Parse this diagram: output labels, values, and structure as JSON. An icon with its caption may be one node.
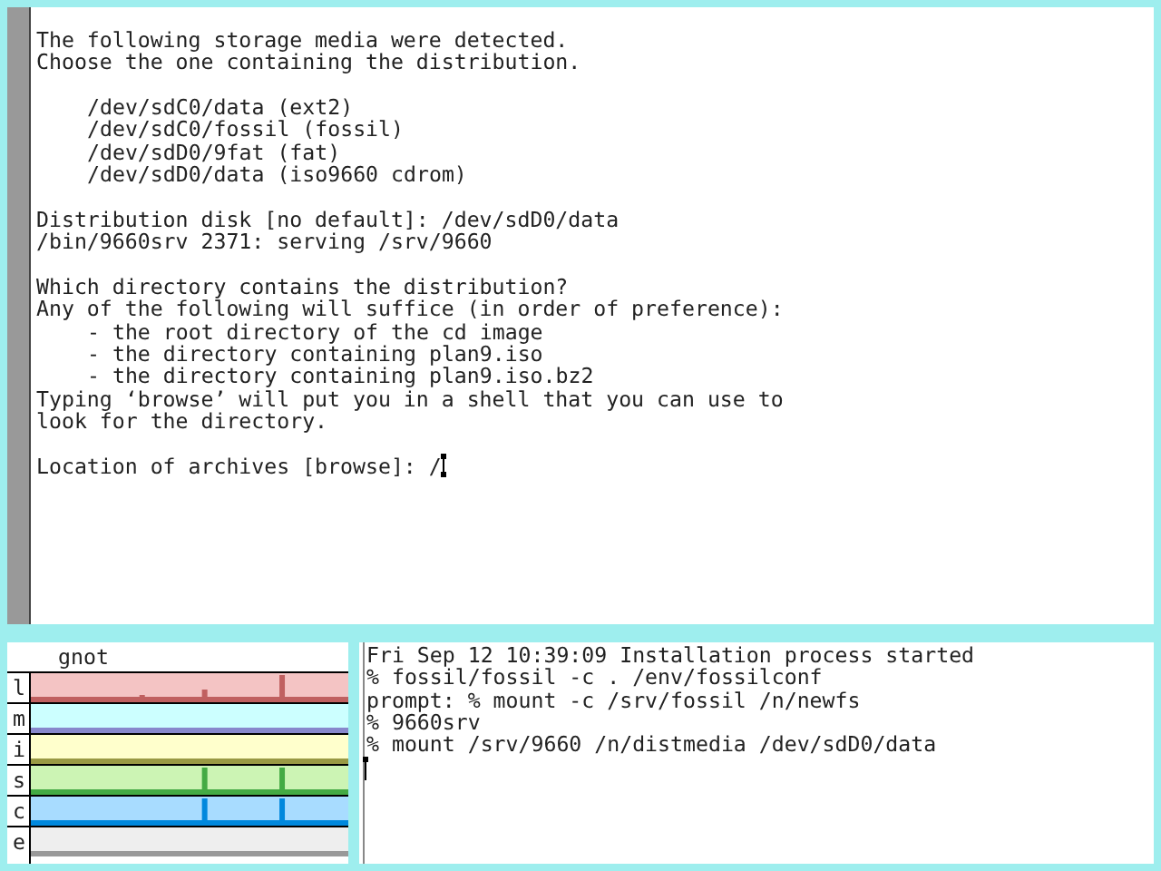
{
  "diagram": {
    "nodes": [
      {
        "text": [
          "The following storage media were detected.",
          "Choose the one containing the distribution.",
          "/dev/sdC0/data (ext2)",
          "/dev/sdC0/fossil (fossil)",
          "/dev/sdD0/9fat (fat)",
          "/dev/sdD0/data (iso9660 cdrom)",
          "Distribution disk [no default]: /dev/sdD0/data",
          "/bin/9660srv 2371: serving /srv/9660",
          "Which directory contains the distribution?",
          "Any of the following will suffice (in order of preference):",
          "- the root directory of the cd image",
          "- the directory containing plan9.iso",
          "- the directory containing plan9.iso.bz2",
          "Typing ‘browse’ will put you in a shell that you can use to",
          "look for the directory.",
          "Location of archives [browse]: /"
        ]
      },
      {
        "text": [
          "gnot",
          "l",
          "m",
          "i",
          "s",
          "c",
          "e"
        ]
      },
      {
        "text": [
          "Fri Sep 12 10:39:09 Installation process started",
          "% fossil/fossil -c . /env/fossilconf",
          "prompt: % mount -c /srv/fossil /n/newfs",
          "% 9660srv",
          "% mount /srv/9660 /n/distmedia /dev/sdD0/data"
        ]
      }
    ]
  }
}
